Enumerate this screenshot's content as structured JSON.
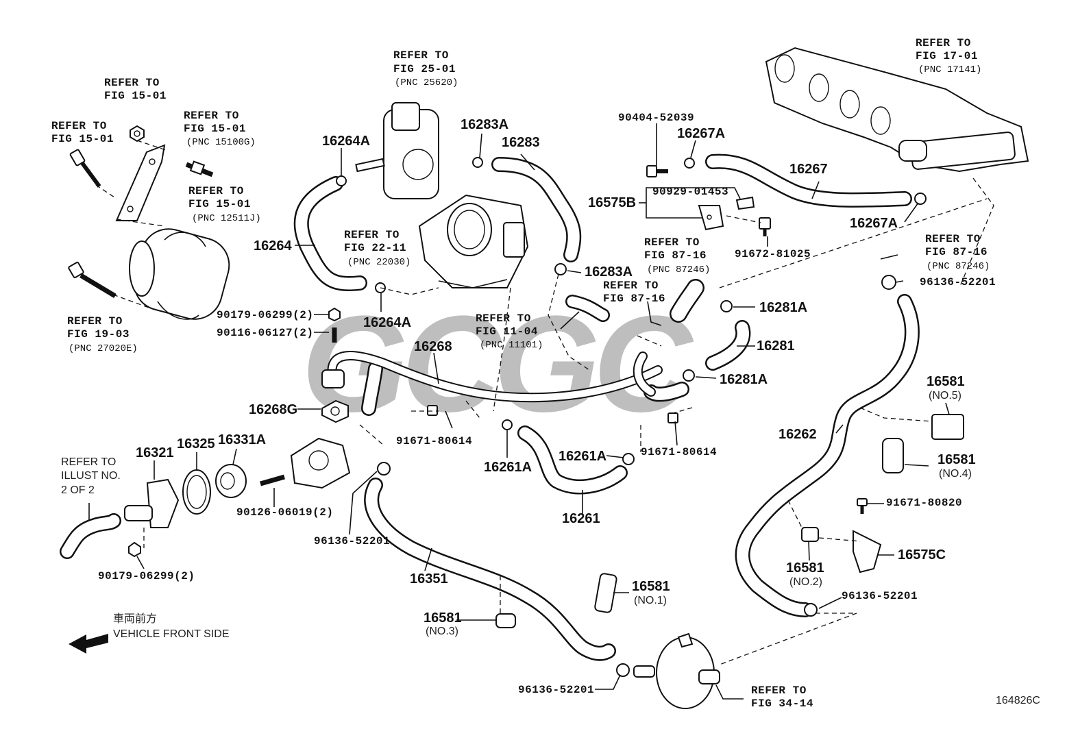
{
  "watermark": "GCGC",
  "diagram_id": "164826C",
  "direction_note": {
    "jp": "車両前方",
    "en": "VEHICLE FRONT SIDE"
  },
  "illust_note": [
    "REFER TO",
    "ILLUST NO.",
    "2 OF 2"
  ],
  "refs": {
    "r1501a": [
      "REFER TO",
      "FIG 15-01"
    ],
    "r1501b": [
      "REFER TO",
      "FIG 15-01"
    ],
    "r1501c": [
      "REFER TO",
      "FIG 15-01",
      "(PNC 15100G)"
    ],
    "r1501d": [
      "REFER TO",
      "FIG 15-01",
      "(PNC 12511J)"
    ],
    "r1903": [
      "REFER TO",
      "FIG 19-03",
      "(PNC 27020E)"
    ],
    "r2501": [
      "REFER TO",
      "FIG 25-01",
      "(PNC 25620)"
    ],
    "r2211": [
      "REFER TO",
      "FIG 22-11",
      "(PNC 22030)"
    ],
    "r1104": [
      "REFER TO",
      "FIG 11-04",
      "(PNC 11101)"
    ],
    "r8716a": [
      "REFER TO",
      "FIG 87-16",
      "(PNC 87246)"
    ],
    "r8716b": [
      "REFER TO",
      "FIG 87-16"
    ],
    "r8716c": [
      "REFER TO",
      "FIG 87-16",
      "(PNC 87246)"
    ],
    "r1701": [
      "REFER TO",
      "FIG 17-01",
      "(PNC 17141)"
    ],
    "r3414": [
      "REFER TO",
      "FIG 34-14"
    ]
  },
  "parts": {
    "p16264A_top": "16264A",
    "p16264": "16264",
    "p16264A_bot": "16264A",
    "p16283A_top": "16283A",
    "p16283": "16283",
    "p16283A_mid": "16283A",
    "p90404": "90404-52039",
    "p16267A_top": "16267A",
    "p16267": "16267",
    "p16267A_right": "16267A",
    "p90929": "90929-01453",
    "p16575B": "16575B",
    "p91672": "91672-81025",
    "p96136_right": "96136-52201",
    "p16281A_top": "16281A",
    "p16281": "16281",
    "p16281A_bot": "16281A",
    "p90179_top": "90179-06299(2)",
    "p90116": "90116-06127(2)",
    "p16268": "16268",
    "p16268G": "16268G",
    "p91671_left": "91671-80614",
    "p91671_right": "91671-80614",
    "p16261A_left": "16261A",
    "p16261A_right": "16261A",
    "p16261": "16261",
    "p16262": "16262",
    "p16581_no5": "16581",
    "p16581_no5_sub": "(NO.5)",
    "p16581_no4": "16581",
    "p16581_no4_sub": "(NO.4)",
    "p91671_80820": "91671-80820",
    "p16575C": "16575C",
    "p16581_no2": "16581",
    "p16581_no2_sub": "(NO.2)",
    "p96136_bot_right": "96136-52201",
    "p16321": "16321",
    "p16325": "16325",
    "p16331A": "16331A",
    "p90126": "90126-06019(2)",
    "p90179_bot": "90179-06299(2)",
    "p96136_left": "96136-52201",
    "p16351": "16351",
    "p16581_no1": "16581",
    "p16581_no1_sub": "(NO.1)",
    "p16581_no3": "16581",
    "p16581_no3_sub": "(NO.3)",
    "p96136_bottom": "96136-52201"
  }
}
